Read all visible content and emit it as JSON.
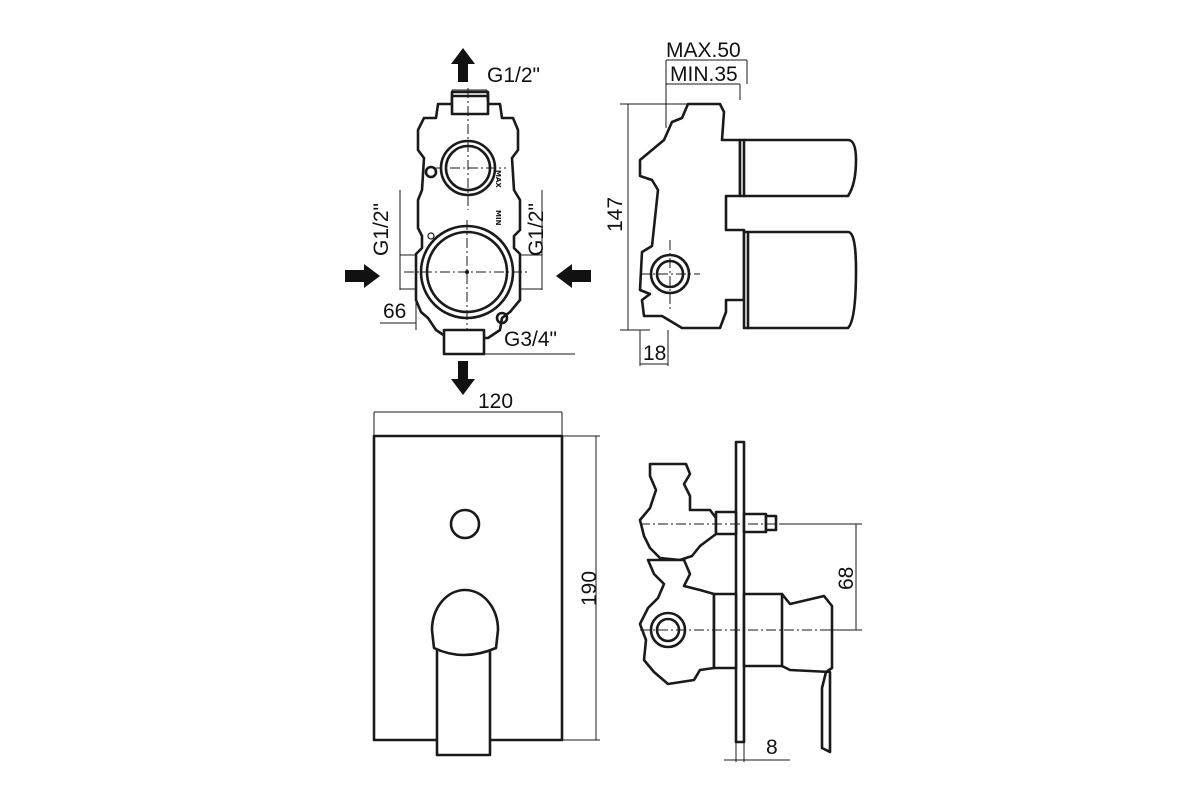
{
  "dimensions": {
    "top_outlet_thread": "G1/2\"",
    "left_inlet_thread": "G1/2\"",
    "right_inlet_thread": "G1/2\"",
    "bottom_outlet_thread": "G3/4\"",
    "inlet_offset": "66",
    "max_depth": "MAX.50",
    "min_depth": "MIN.35",
    "body_height": "147",
    "side_offset": "18",
    "plate_width": "120",
    "plate_height": "190",
    "spindle_spacing": "68",
    "plate_thickness": "8"
  },
  "body_markings": {
    "max": "MAX",
    "min": "MIN"
  }
}
